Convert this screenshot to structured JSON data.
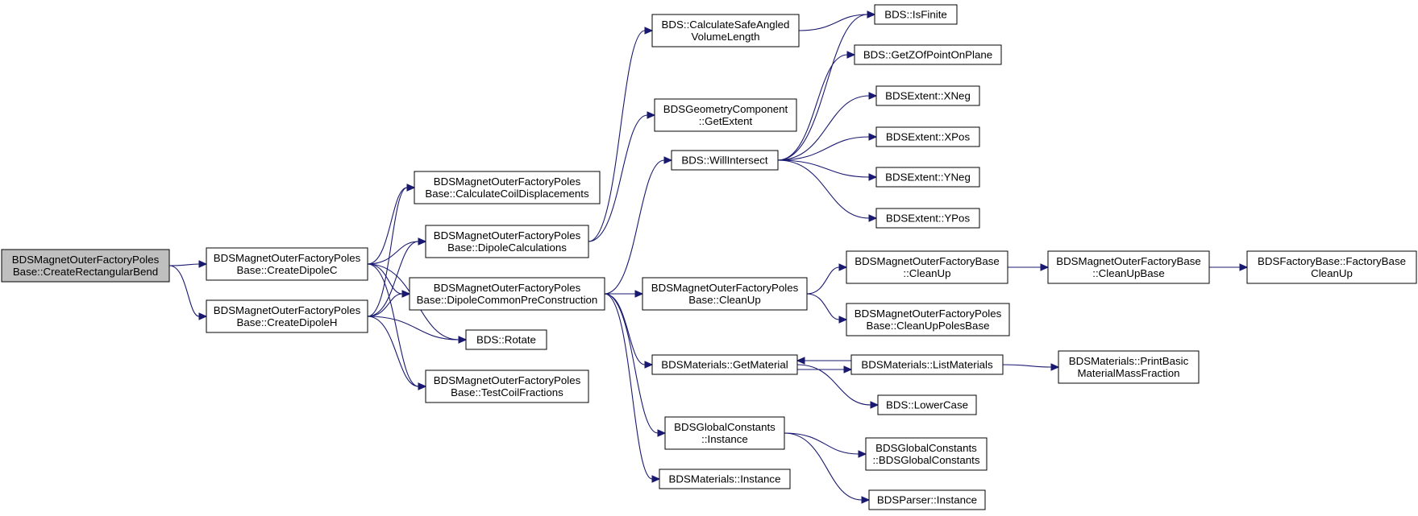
{
  "nodes": [
    {
      "id": "root",
      "lines": [
        "BDSMagnetOuterFactoryPoles",
        "Base::CreateRectangularBend"
      ],
      "root": true
    },
    {
      "id": "createDipoleC",
      "lines": [
        "BDSMagnetOuterFactoryPoles",
        "Base::CreateDipoleC"
      ]
    },
    {
      "id": "createDipoleH",
      "lines": [
        "BDSMagnetOuterFactoryPoles",
        "Base::CreateDipoleH"
      ]
    },
    {
      "id": "calcCoil",
      "lines": [
        "BDSMagnetOuterFactoryPoles",
        "Base::CalculateCoilDisplacements"
      ]
    },
    {
      "id": "dipoleCalc",
      "lines": [
        "BDSMagnetOuterFactoryPoles",
        "Base::DipoleCalculations"
      ]
    },
    {
      "id": "dipolePre",
      "lines": [
        "BDSMagnetOuterFactoryPoles",
        "Base::DipoleCommonPreConstruction"
      ]
    },
    {
      "id": "rotate",
      "lines": [
        "BDS::Rotate"
      ]
    },
    {
      "id": "testCoil",
      "lines": [
        "BDSMagnetOuterFactoryPoles",
        "Base::TestCoilFractions"
      ]
    },
    {
      "id": "calcSafe",
      "lines": [
        "BDS::CalculateSafeAngled",
        "VolumeLength"
      ]
    },
    {
      "id": "getExtent",
      "lines": [
        "BDSGeometryComponent",
        "::GetExtent"
      ]
    },
    {
      "id": "willIntersect",
      "lines": [
        "BDS::WillIntersect"
      ]
    },
    {
      "id": "cleanUpPoles",
      "lines": [
        "BDSMagnetOuterFactoryPoles",
        "Base::CleanUp"
      ]
    },
    {
      "id": "getMaterial",
      "lines": [
        "BDSMaterials::GetMaterial"
      ]
    },
    {
      "id": "gcInstance",
      "lines": [
        "BDSGlobalConstants",
        "::Instance"
      ]
    },
    {
      "id": "matInstance",
      "lines": [
        "BDSMaterials::Instance"
      ]
    },
    {
      "id": "isFinite",
      "lines": [
        "BDS::IsFinite"
      ]
    },
    {
      "id": "getZ",
      "lines": [
        "BDS::GetZOfPointOnPlane"
      ]
    },
    {
      "id": "xneg",
      "lines": [
        "BDSExtent::XNeg"
      ]
    },
    {
      "id": "xpos",
      "lines": [
        "BDSExtent::XPos"
      ]
    },
    {
      "id": "yneg",
      "lines": [
        "BDSExtent::YNeg"
      ]
    },
    {
      "id": "ypos",
      "lines": [
        "BDSExtent::YPos"
      ]
    },
    {
      "id": "cleanUpBase",
      "lines": [
        "BDSMagnetOuterFactoryBase",
        "::CleanUp"
      ]
    },
    {
      "id": "cleanUpPolesBase",
      "lines": [
        "BDSMagnetOuterFactoryPoles",
        "Base::CleanUpPolesBase"
      ]
    },
    {
      "id": "listMaterials",
      "lines": [
        "BDSMaterials::ListMaterials"
      ]
    },
    {
      "id": "lowerCase",
      "lines": [
        "BDS::LowerCase"
      ]
    },
    {
      "id": "gcCtor",
      "lines": [
        "BDSGlobalConstants",
        "::BDSGlobalConstants"
      ]
    },
    {
      "id": "parserInstance",
      "lines": [
        "BDSParser::Instance"
      ]
    },
    {
      "id": "cleanUpBaseBase",
      "lines": [
        "BDSMagnetOuterFactoryBase",
        "::CleanUpBase"
      ]
    },
    {
      "id": "printBasic",
      "lines": [
        "BDSMaterials::PrintBasic",
        "MaterialMassFraction"
      ]
    },
    {
      "id": "factoryBaseCleanUp",
      "lines": [
        "BDSFactoryBase::FactoryBase",
        "CleanUp"
      ]
    }
  ],
  "edges": [
    [
      "root",
      "createDipoleC"
    ],
    [
      "root",
      "createDipoleH"
    ],
    [
      "createDipoleC",
      "calcCoil"
    ],
    [
      "createDipoleC",
      "dipoleCalc"
    ],
    [
      "createDipoleC",
      "dipolePre"
    ],
    [
      "createDipoleC",
      "rotate"
    ],
    [
      "createDipoleC",
      "testCoil"
    ],
    [
      "createDipoleH",
      "calcCoil"
    ],
    [
      "createDipoleH",
      "dipoleCalc"
    ],
    [
      "createDipoleH",
      "dipolePre"
    ],
    [
      "createDipoleH",
      "rotate"
    ],
    [
      "createDipoleH",
      "testCoil"
    ],
    [
      "dipoleCalc",
      "calcSafe"
    ],
    [
      "dipoleCalc",
      "getExtent"
    ],
    [
      "dipolePre",
      "willIntersect"
    ],
    [
      "dipolePre",
      "cleanUpPoles"
    ],
    [
      "dipolePre",
      "getMaterial"
    ],
    [
      "dipolePre",
      "gcInstance"
    ],
    [
      "dipolePre",
      "matInstance"
    ],
    [
      "calcSafe",
      "isFinite"
    ],
    [
      "willIntersect",
      "isFinite"
    ],
    [
      "willIntersect",
      "getZ"
    ],
    [
      "willIntersect",
      "xneg"
    ],
    [
      "willIntersect",
      "xpos"
    ],
    [
      "willIntersect",
      "yneg"
    ],
    [
      "willIntersect",
      "ypos"
    ],
    [
      "cleanUpPoles",
      "cleanUpBase"
    ],
    [
      "cleanUpPoles",
      "cleanUpPolesBase"
    ],
    [
      "cleanUpBase",
      "cleanUpBaseBase"
    ],
    [
      "cleanUpBaseBase",
      "factoryBaseCleanUp"
    ],
    [
      "getMaterial",
      "listMaterials"
    ],
    [
      "getMaterial",
      "lowerCase"
    ],
    [
      "listMaterials",
      "getMaterial"
    ],
    [
      "listMaterials",
      "printBasic"
    ],
    [
      "gcInstance",
      "gcCtor"
    ],
    [
      "gcInstance",
      "parserInstance"
    ]
  ]
}
